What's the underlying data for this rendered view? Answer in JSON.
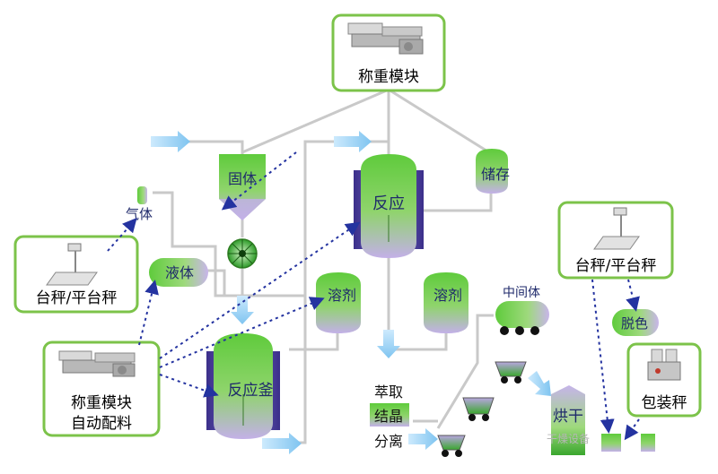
{
  "boxes": {
    "top_weighing_module": "称重模块",
    "left_platform_scale": "台秤/平台秤",
    "bottom_weighing_module_line1": "称重模块",
    "bottom_weighing_module_line2": "自动配料",
    "right_platform_scale": "台秤/平台秤",
    "packing_scale": "包装秤"
  },
  "vessels": {
    "solid": "固体",
    "gas": "气体",
    "liquid": "液体",
    "reactor": "反应",
    "storage": "储存",
    "reaction_kettle": "反应釜",
    "solvent_1": "溶剂",
    "solvent_2": "溶剂",
    "intermediate": "中间体",
    "decolor": "脱色",
    "dryer": "烘干",
    "dryer_caption": "干燥设备"
  },
  "process": {
    "extract": "萃取",
    "crystallize": "结晶",
    "separate": "分离"
  },
  "colors": {
    "box_border": "#7cc34a",
    "vessel_green": "#55c23a",
    "vessel_purple": "#b9a6e0",
    "pipe": "#c9c9c9",
    "dotted_line": "#2433a0",
    "label_text": "#1f2a6b",
    "arrow_blue": "#9fd3f5"
  }
}
